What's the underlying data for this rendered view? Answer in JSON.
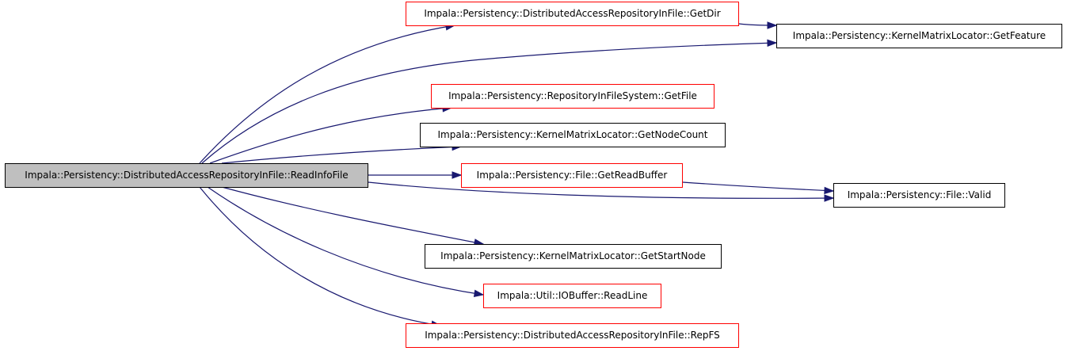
{
  "colors": {
    "edge": "#191970",
    "root_fill": "#bfbfbf",
    "node_border": "#000000",
    "documented_border": "#ff0000"
  },
  "nodes": {
    "root": "Impala::Persistency::DistributedAccessRepositoryInFile::ReadInfoFile",
    "get_dir": "Impala::Persistency::DistributedAccessRepositoryInFile::GetDir",
    "get_feature": "Impala::Persistency::KernelMatrixLocator::GetFeature",
    "get_file": "Impala::Persistency::RepositoryInFileSystem::GetFile",
    "get_node_count": "Impala::Persistency::KernelMatrixLocator::GetNodeCount",
    "get_read_buffer": "Impala::Persistency::File::GetReadBuffer",
    "valid": "Impala::Persistency::File::Valid",
    "get_start_node": "Impala::Persistency::KernelMatrixLocator::GetStartNode",
    "read_line": "Impala::Util::IOBuffer::ReadLine",
    "rep_fs": "Impala::Persistency::DistributedAccessRepositoryInFile::RepFS"
  },
  "edges": [
    {
      "from": "root",
      "to": "get_dir"
    },
    {
      "from": "root",
      "to": "get_feature"
    },
    {
      "from": "root",
      "to": "get_file"
    },
    {
      "from": "root",
      "to": "get_node_count"
    },
    {
      "from": "root",
      "to": "get_read_buffer"
    },
    {
      "from": "root",
      "to": "valid"
    },
    {
      "from": "root",
      "to": "get_start_node"
    },
    {
      "from": "root",
      "to": "read_line"
    },
    {
      "from": "root",
      "to": "rep_fs"
    },
    {
      "from": "get_dir",
      "to": "get_feature"
    },
    {
      "from": "get_read_buffer",
      "to": "valid"
    }
  ]
}
